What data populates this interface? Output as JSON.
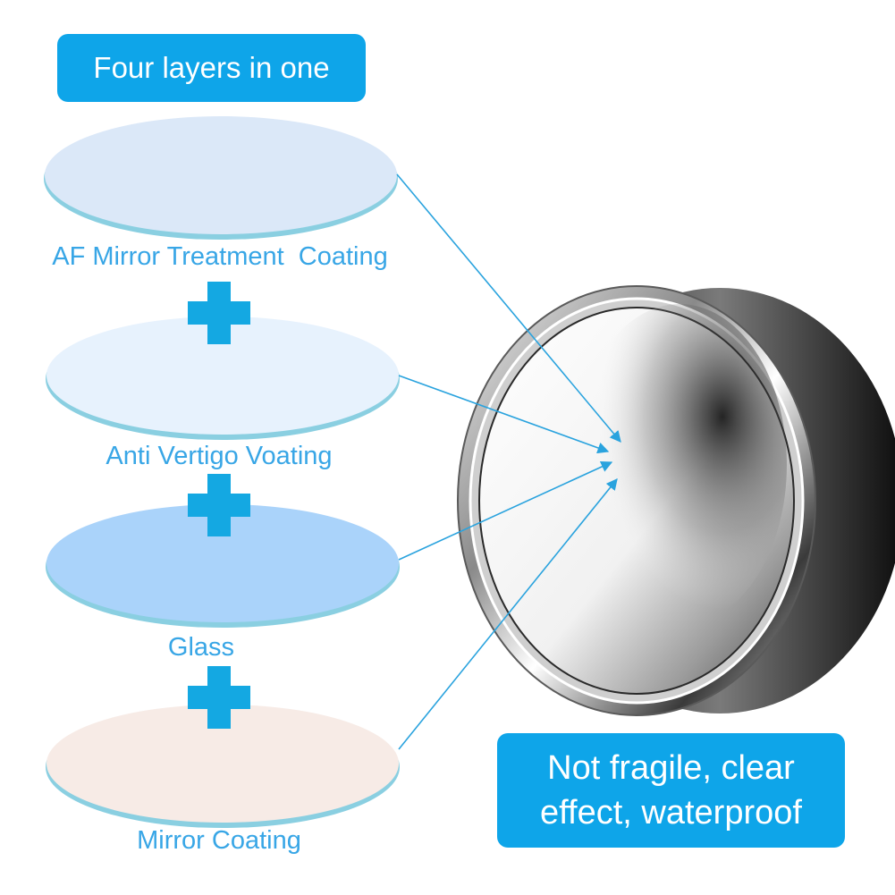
{
  "header": {
    "title": "Four layers in one"
  },
  "layers": [
    {
      "label": "AF Mirror Treatment  Coating",
      "color": "#dbe8f8"
    },
    {
      "label": "Anti Vertigo Voating",
      "color": "#e7f2fd"
    },
    {
      "label": "Glass",
      "color": "#aad3fa"
    },
    {
      "label": "Mirror Coating",
      "color": "#f7ebe6"
    }
  ],
  "callout": {
    "line1": "Not fragile, clear",
    "line2": "effect, waterproof"
  },
  "colors": {
    "accent": "#0ea5e9",
    "label_text": "#38a6e6",
    "plus": "#14a8e2",
    "line": "#2aa3de"
  },
  "icons": {
    "plus": "plus-icon",
    "mirror": "round-mirror-icon"
  }
}
